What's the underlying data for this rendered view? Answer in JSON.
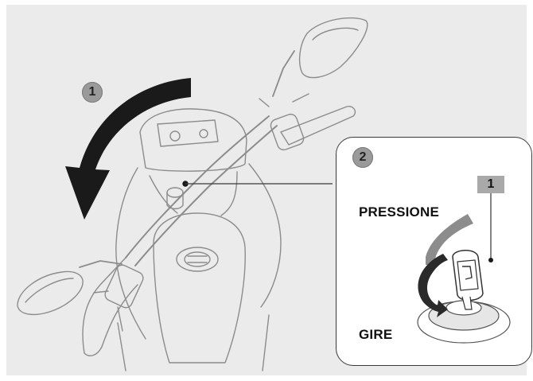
{
  "badges": {
    "step1": "1",
    "step2": "2"
  },
  "inset": {
    "press_label": "PRESSIONE",
    "turn_label": "GIRE",
    "key_callout": "1"
  },
  "colors": {
    "background": "#ebebeb",
    "arrow": "#1a1a1a",
    "badge": "#9a9a9a",
    "callout": "#a9a9a9",
    "line_art": "#8c8c8c"
  }
}
